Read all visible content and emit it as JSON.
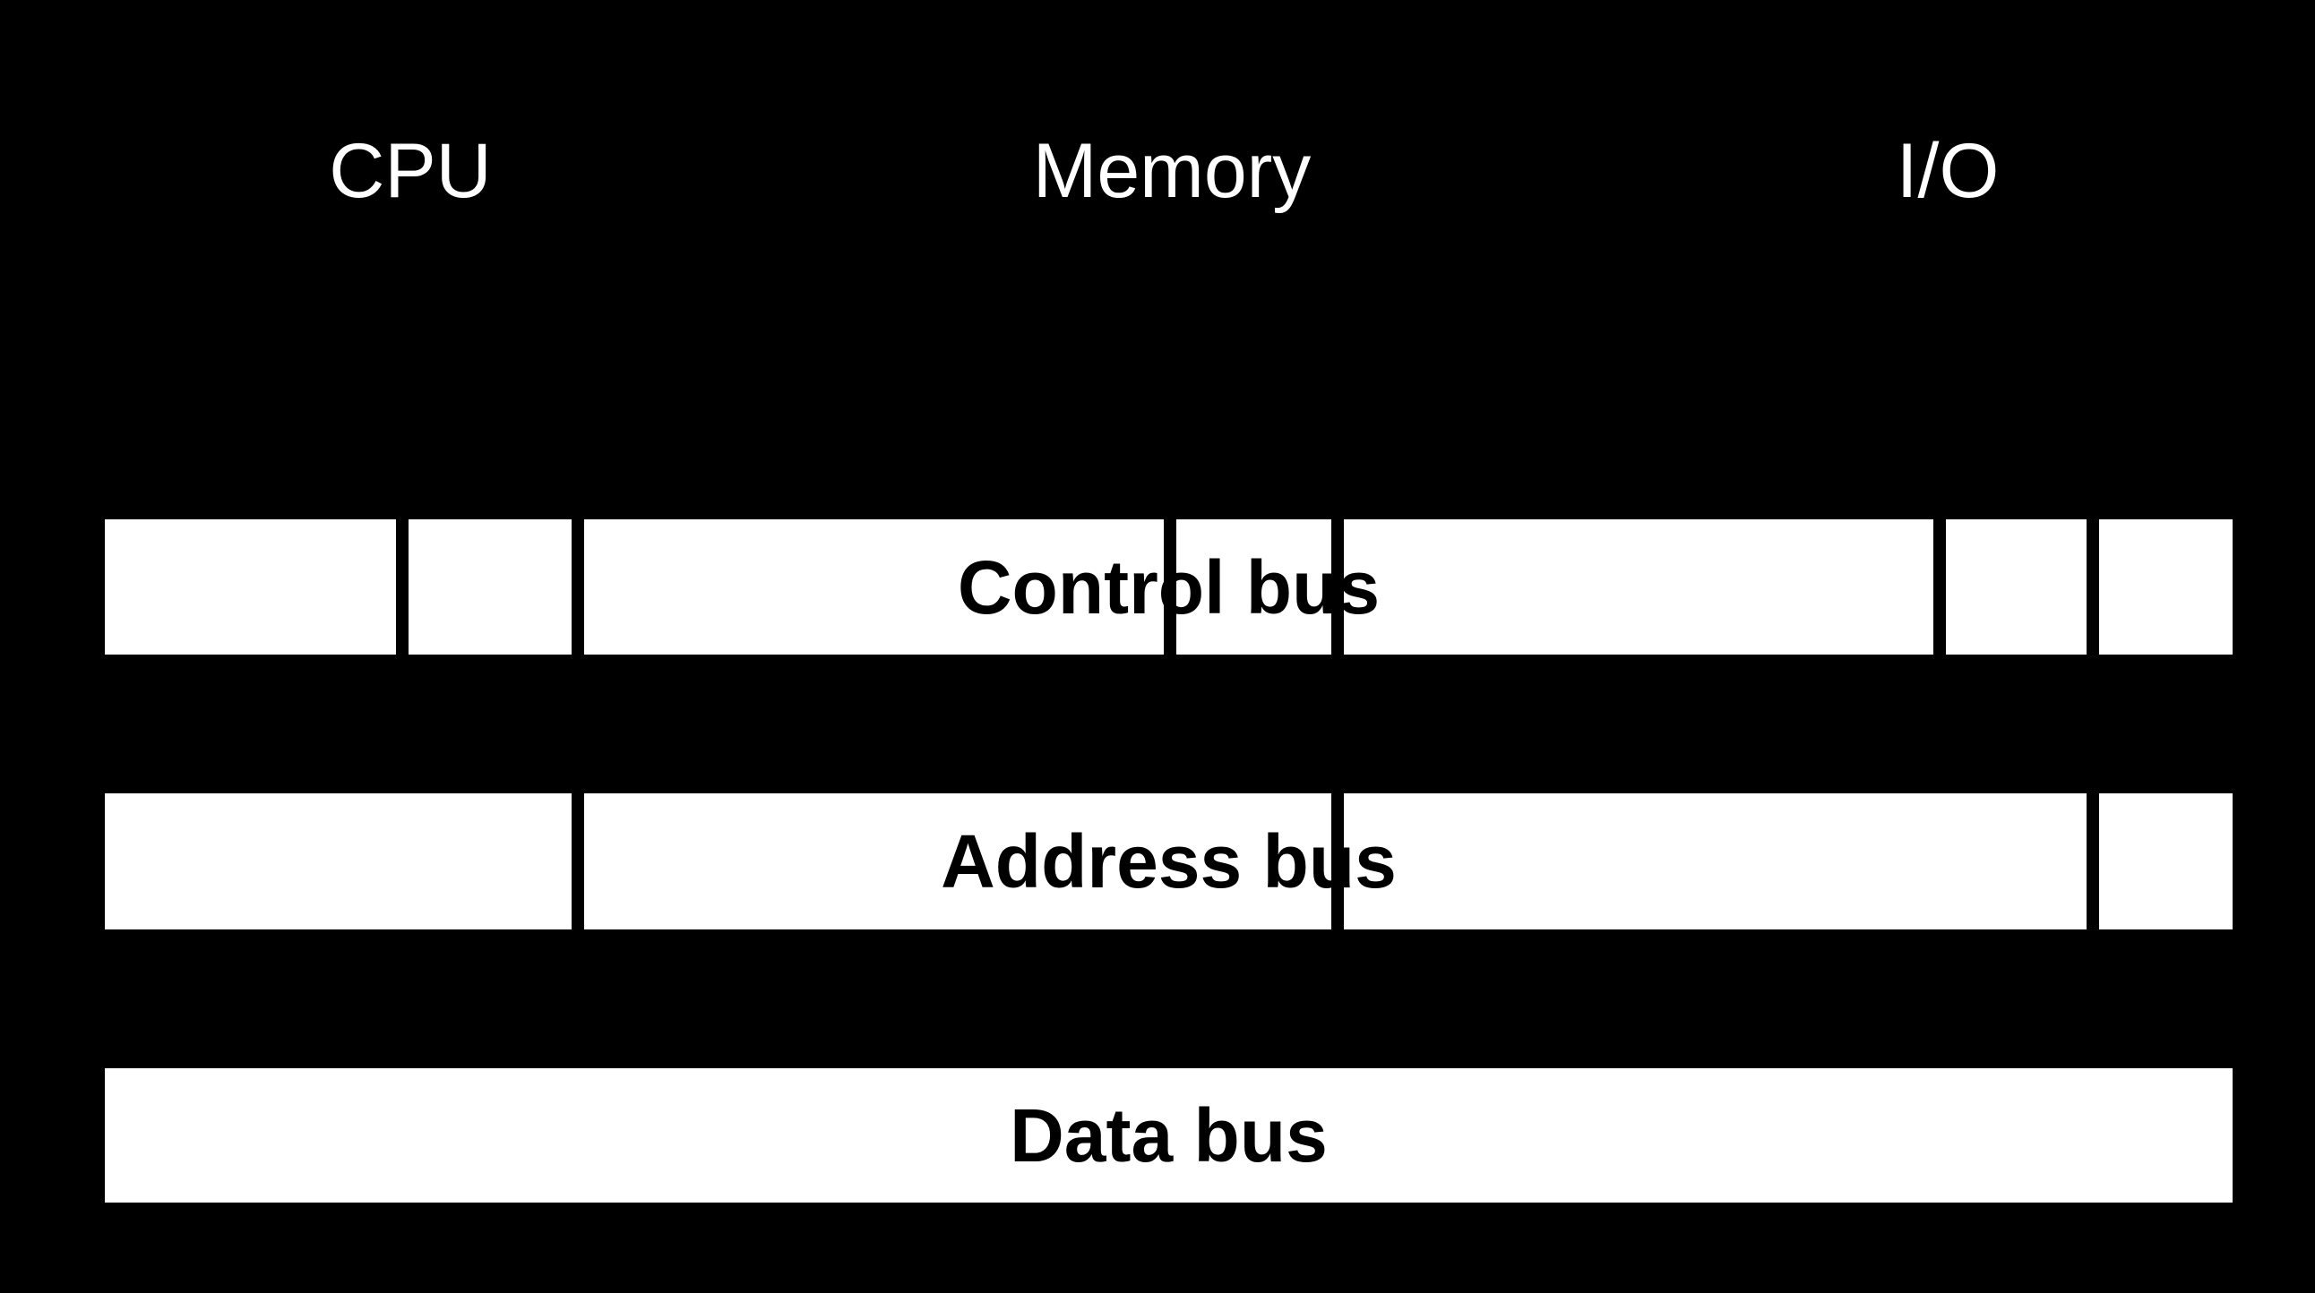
{
  "diagram_type": "system-bus-architecture",
  "theme": {
    "background": "#000000",
    "bus_bar_color": "#ffffff",
    "component_label_color": "#ffffff",
    "bus_label_color": "#000000",
    "connector_line_color": "#000000"
  },
  "components": [
    {
      "label": "CPU"
    },
    {
      "label": "Memory"
    },
    {
      "label": "I/O"
    }
  ],
  "buses": [
    {
      "label": "Control bus"
    },
    {
      "label": "Address bus"
    },
    {
      "label": "Data bus"
    }
  ],
  "connections": [
    {
      "from": "CPU",
      "to": "Address bus"
    },
    {
      "from": "CPU",
      "to": "Data bus"
    },
    {
      "from": "Memory",
      "to": "Address bus"
    },
    {
      "from": "Memory",
      "to": "Data bus"
    },
    {
      "from": "I/O",
      "to": "Address bus"
    },
    {
      "from": "I/O",
      "to": "Data bus"
    }
  ]
}
